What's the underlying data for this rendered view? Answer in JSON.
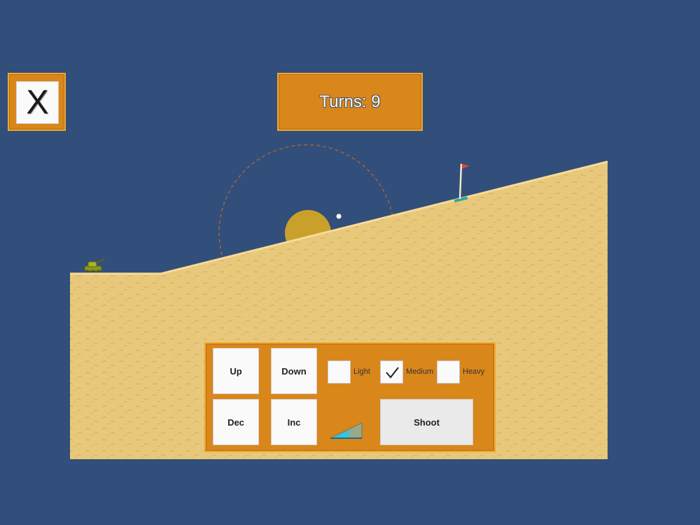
{
  "hud": {
    "close_label": "X",
    "turns_text": "Turns: 9"
  },
  "controls": {
    "up_label": "Up",
    "down_label": "Down",
    "dec_label": "Dec",
    "inc_label": "Inc",
    "shoot_label": "Shoot",
    "weights": [
      {
        "label": "Light",
        "checked": false
      },
      {
        "label": "Medium",
        "checked": true
      },
      {
        "label": "Heavy",
        "checked": false
      }
    ]
  },
  "colors": {
    "sky": "#324e7a",
    "sand": "#e8c87a",
    "panel": "#d9861a",
    "tank": "#9aa81e",
    "sun": "#c9a12a",
    "flag": "#e0453a"
  }
}
